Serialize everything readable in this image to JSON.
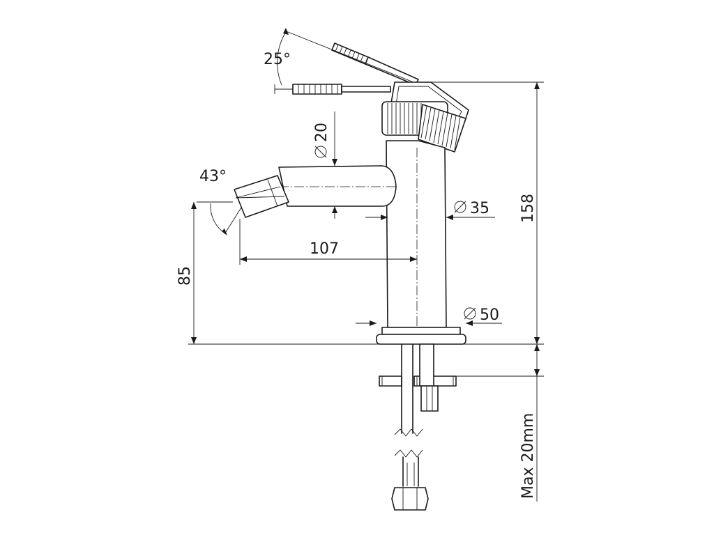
{
  "dimensions": {
    "lever_angle": "25°",
    "spout_angle": "43°",
    "spout_diameter": "20",
    "body_upper_diameter": "35",
    "body_base_diameter": "50",
    "spout_reach": "107",
    "spout_height": "85",
    "total_height": "158",
    "max_deck_thickness": "Max 20mm"
  }
}
